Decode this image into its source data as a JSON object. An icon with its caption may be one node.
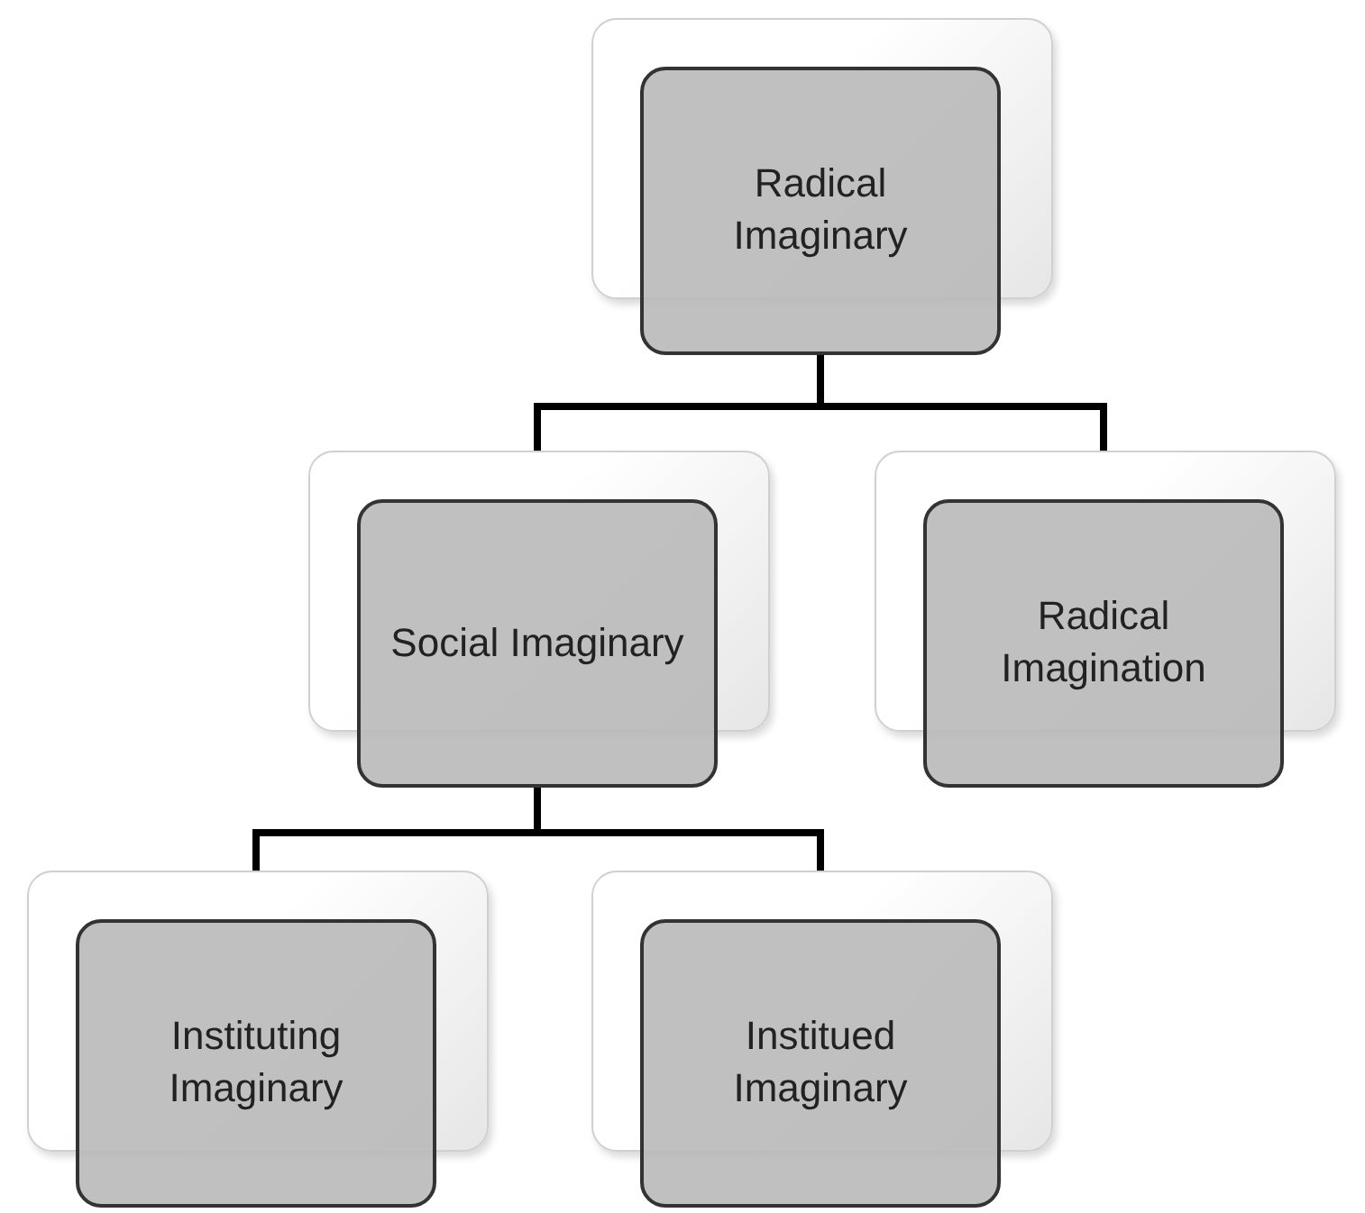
{
  "diagram": {
    "nodes": [
      {
        "text": [
          "Radical Imaginary"
        ]
      },
      {
        "text": [
          "Social Imaginary"
        ]
      },
      {
        "text": [
          "Radical Imagination"
        ]
      },
      {
        "text": [
          "Instituting Imaginary"
        ]
      },
      {
        "text": [
          "Institued Imaginary"
        ]
      }
    ],
    "edges": [
      {
        "from": 0,
        "to": 1,
        "arrow": "none"
      },
      {
        "from": 0,
        "to": 2,
        "arrow": "none"
      },
      {
        "from": 1,
        "to": 3,
        "arrow": "none"
      },
      {
        "from": 1,
        "to": 4,
        "arrow": "none"
      }
    ]
  }
}
